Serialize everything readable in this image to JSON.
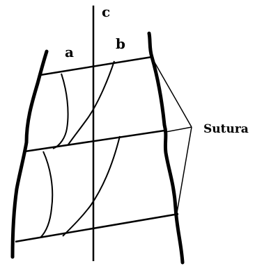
{
  "labels": {
    "a": "a",
    "b": "b",
    "c": "c",
    "sutura": "Sutura"
  },
  "colors": {
    "ink": "#000000",
    "background": "#ffffff"
  }
}
